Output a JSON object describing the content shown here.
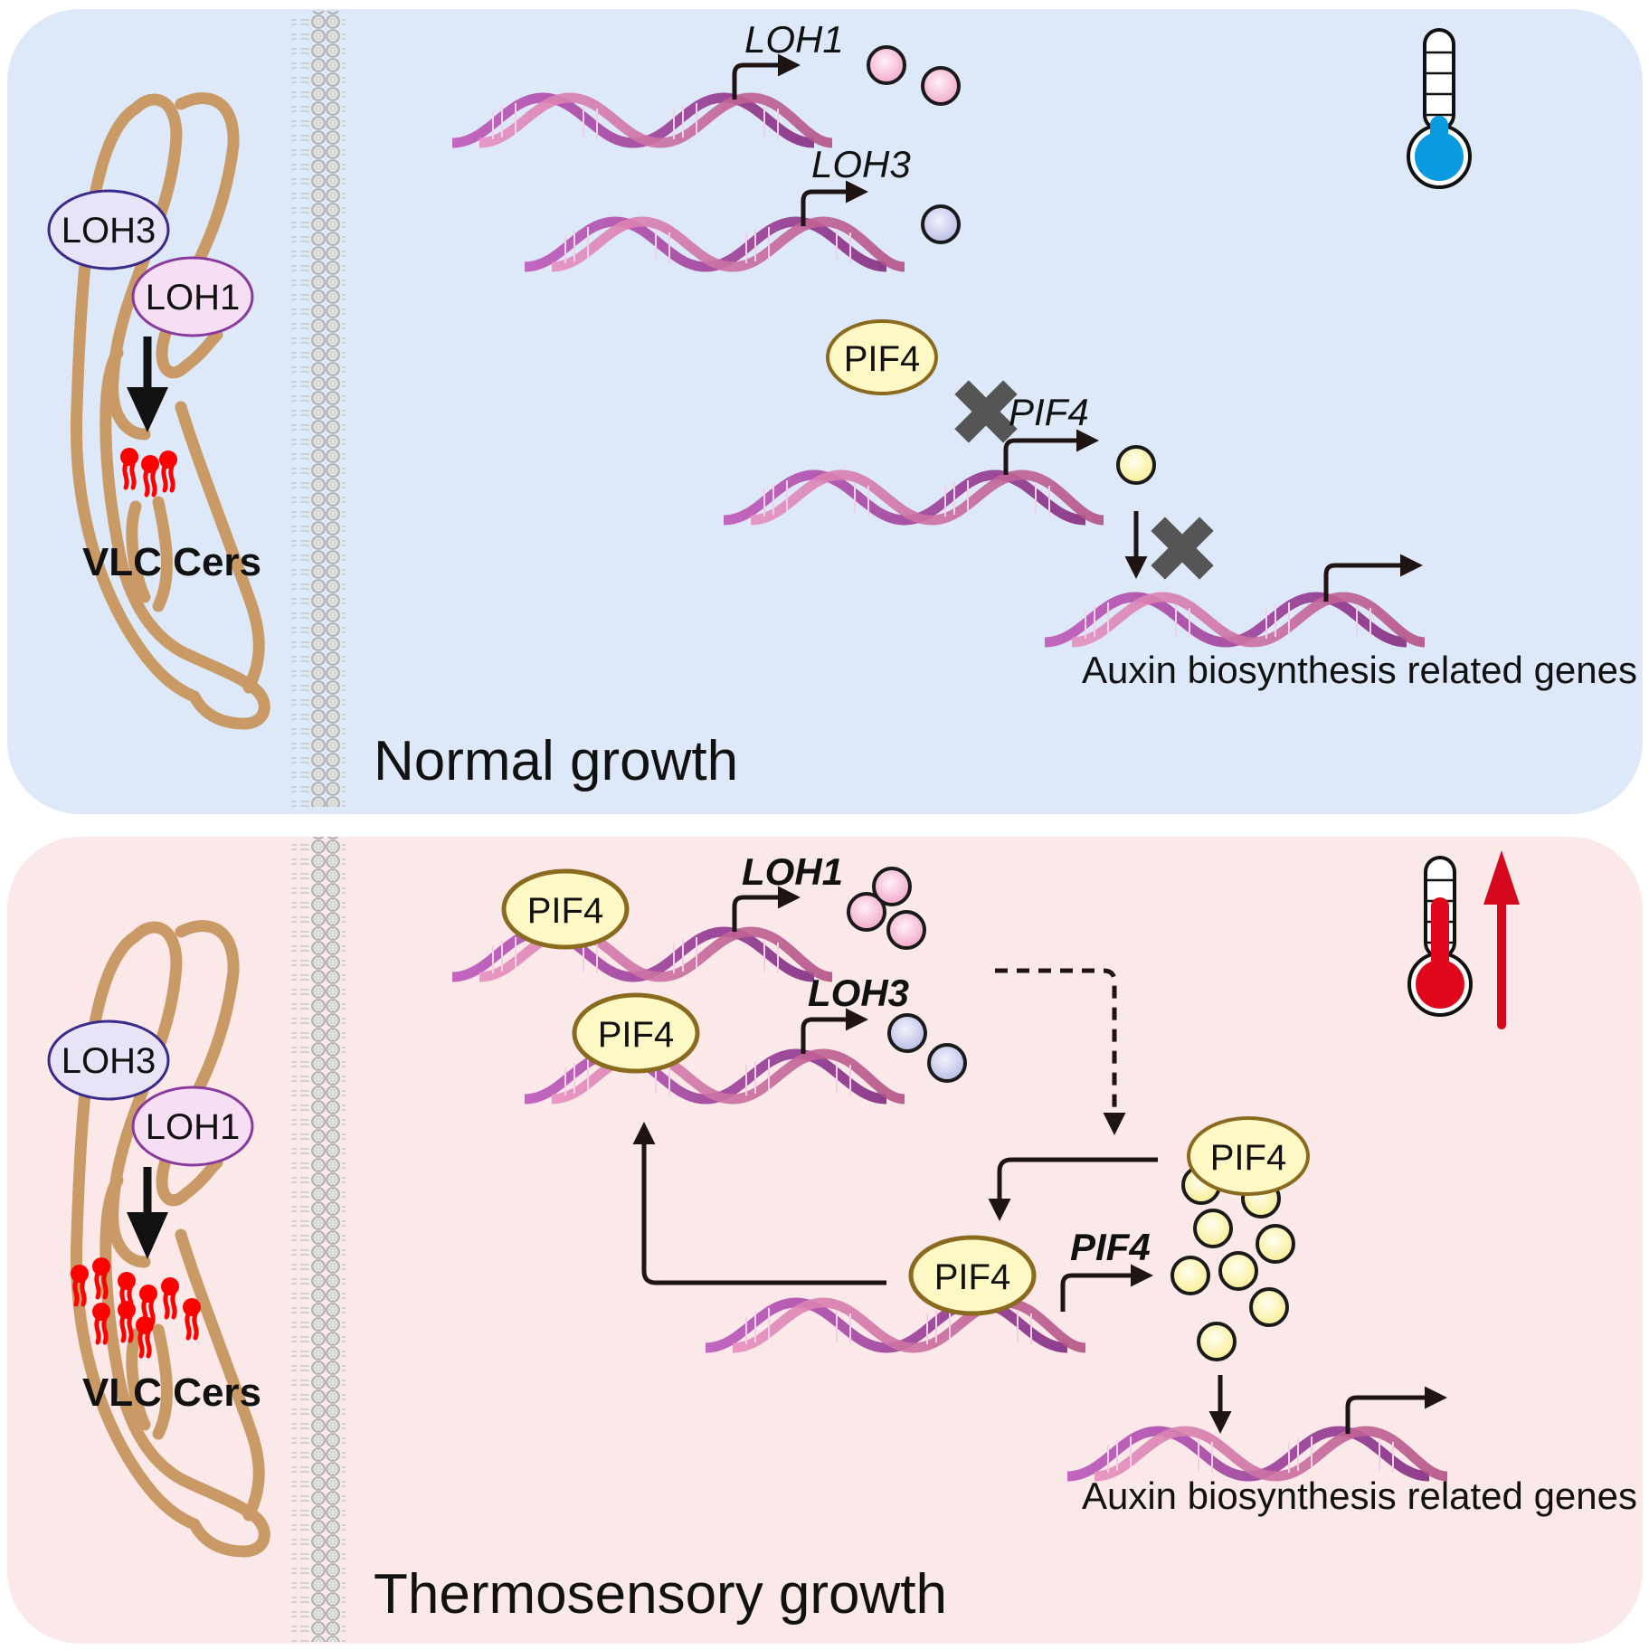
{
  "figure": {
    "panels": [
      {
        "id": "normal",
        "title": "Normal growth",
        "background": "#dde9f8",
        "temperature": "normal",
        "thermometer_fill": "#0a9ae0",
        "er_proteins": [
          "LOH3",
          "LOH1"
        ],
        "ceramide_label": "VLC Cers",
        "ceramide_amount": "low",
        "genes": [
          {
            "name": "LOH1",
            "style": "italic",
            "products": 2,
            "product_color": "#f4b9d6"
          },
          {
            "name": "LOH3",
            "style": "italic",
            "products": 1,
            "product_color": "#c9cbe8"
          },
          {
            "name": "PIF4",
            "style": "italic",
            "products": 1,
            "product_color": "#fbf3a6",
            "blocked": true
          }
        ],
        "free_protein": "PIF4",
        "target_label": "Auxin biosynthesis related genes",
        "target_blocked": true
      },
      {
        "id": "thermo",
        "title": "Thermosensory growth",
        "background": "#fbe8e8",
        "temperature": "elevated",
        "thermometer_fill": "#e0081a",
        "up_arrow_color": "#d6081e",
        "er_proteins": [
          "LOH3",
          "LOH1"
        ],
        "ceramide_label": "VLC Cers",
        "ceramide_amount": "high",
        "genes": [
          {
            "name": "LOH1",
            "style": "bold-italic",
            "products": 3,
            "product_color": "#f4b9d6",
            "bound_protein": "PIF4"
          },
          {
            "name": "LOH3",
            "style": "bold-italic",
            "products": 2,
            "product_color": "#c9cbe8",
            "bound_protein": "PIF4"
          },
          {
            "name": "PIF4",
            "style": "bold-italic",
            "products": 8,
            "product_color": "#fbf3a6",
            "bound_protein": "PIF4"
          }
        ],
        "cluster_protein": "PIF4",
        "target_label": "Auxin biosynthesis related genes",
        "target_blocked": false
      }
    ],
    "colors": {
      "er_membrane": "#c99a66",
      "ceramide": "#ff0000",
      "loh3_fill": "#e9e3f7",
      "loh3_stroke": "#3a2a8a",
      "loh1_fill": "#f6def4",
      "loh1_stroke": "#8a3a9a",
      "pif4_fill": "#fdf8c4",
      "pif4_stroke": "#8a6a1e",
      "block_x": "#555555",
      "arrow": "#1e1414"
    }
  }
}
